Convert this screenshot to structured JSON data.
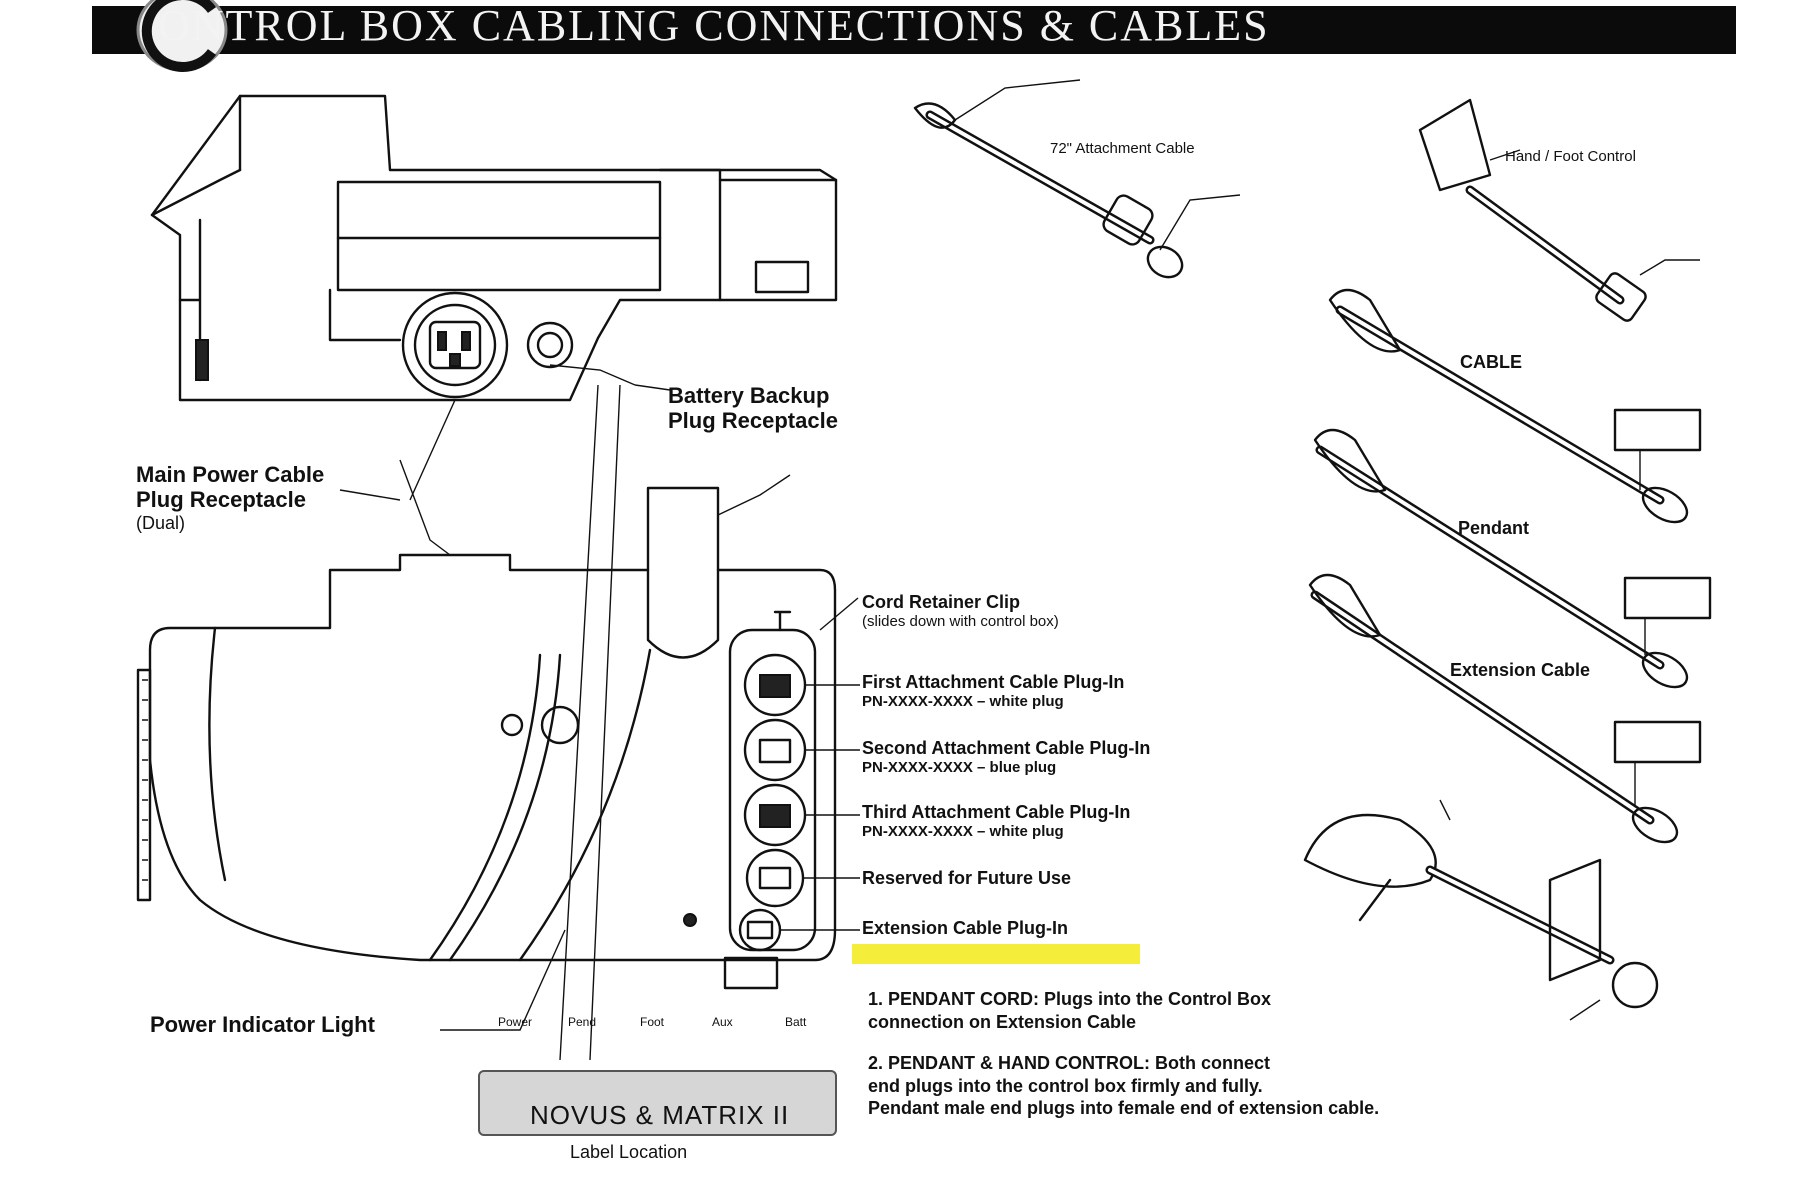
{
  "header": {
    "title": "ONTROL BOX CABLING CONNECTIONS & CABLES",
    "title_color": "#f3f3f3",
    "banner_color": "#0b0b0b"
  },
  "callouts": {
    "battery_backup": [
      "Battery Backup",
      "Plug Receptacle"
    ],
    "main_power": [
      "Main Power Cable",
      "Plug Receptacle",
      "(Dual)"
    ],
    "power_indicator": "Power Indicator Light",
    "cord_retainer": [
      "Cord Retainer Clip",
      "(slides down with control box)"
    ],
    "cable_plug_1": [
      "First Attachment Cable Plug-In",
      "PN-XXXX-XXXX – white plug"
    ],
    "cable_plug_2": [
      "Second Attachment Cable Plug-In",
      "PN-XXXX-XXXX – blue plug"
    ],
    "cable_plug_3": [
      "Third Attachment Cable Plug-In",
      "PN-XXXX-XXXX – white plug"
    ],
    "reserved": "Reserved for Future Use",
    "extension": "Extension Cable Plug-In",
    "extension_highlight_color": "#f4ee3a"
  },
  "plate": {
    "label": "NOVUS & MATRIX II",
    "caption": "Label Location",
    "port_labels": [
      "Power",
      "Pend",
      "Foot",
      "Aux",
      "Batt"
    ]
  },
  "notes": {
    "note1": [
      "1. PENDANT CORD: Plugs into the Control Box",
      "connection on Extension Cable"
    ],
    "note2": [
      "2. PENDANT & HAND CONTROL: Both connect",
      "end plugs into the control box firmly and fully.",
      "Pendant male end plugs into female end of extension cable."
    ]
  },
  "cables": {
    "c1": "72\" Attachment Cable",
    "c2": "Hand / Foot Control",
    "c3": "Pendant",
    "c4": "Extension Cable",
    "tag": "CABLE"
  }
}
